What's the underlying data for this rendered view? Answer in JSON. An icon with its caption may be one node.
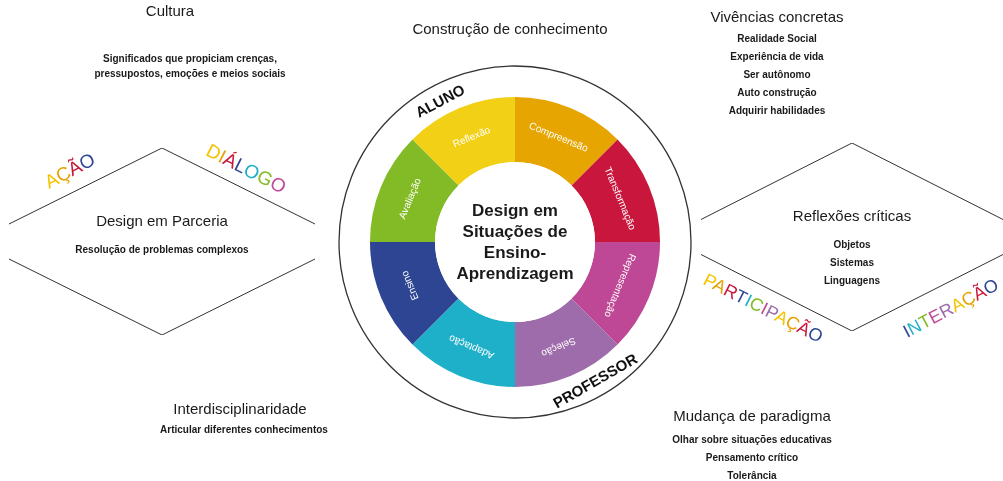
{
  "diagram": {
    "nodes": [
      {
        "text": [
          "ALUNO",
          "PROFESSOR"
        ]
      },
      {
        "text": [
          "Design em Situações de Ensino-Aprendizagem"
        ],
        "in": 0
      },
      {
        "text": [
          "Reflexão"
        ],
        "in": 0
      },
      {
        "text": [
          "Compreensão"
        ],
        "in": 0
      },
      {
        "text": [
          "Transformação"
        ],
        "in": 0
      },
      {
        "text": [
          "Representação"
        ],
        "in": 0
      },
      {
        "text": [
          "Seleção"
        ],
        "in": 0
      },
      {
        "text": [
          "Adaptação"
        ],
        "in": 0
      },
      {
        "text": [
          "Ensino"
        ],
        "in": 0
      },
      {
        "text": [
          "Avaliação"
        ],
        "in": 0
      },
      {
        "text": [
          "Design em Parceria",
          "Resolução de problemas complexos"
        ]
      },
      {
        "text": [
          "Reflexões críticas",
          "Objetos",
          "Sistemas",
          "Linguagens"
        ]
      }
    ],
    "labels": [
      "Cultura",
      "Significados que propiciam crenças, pressupostos, emoções e meios sociais",
      "Construção de conhecimento",
      "Vivências concretas",
      "Realidade Social",
      "Experiência de vida",
      "Ser autônomo",
      "Auto construção",
      "Adquirir habilidades",
      "AÇÃO",
      "DIÁLOGO",
      "PARTICIPAÇÃO",
      "INTERAÇÃO",
      "Interdisciplinaridade",
      "Articular diferentes conhecimentos",
      "Mudança de paradigma",
      "Olhar sobre situações educativas",
      "Pensamento crítico",
      "Tolerância"
    ]
  }
}
